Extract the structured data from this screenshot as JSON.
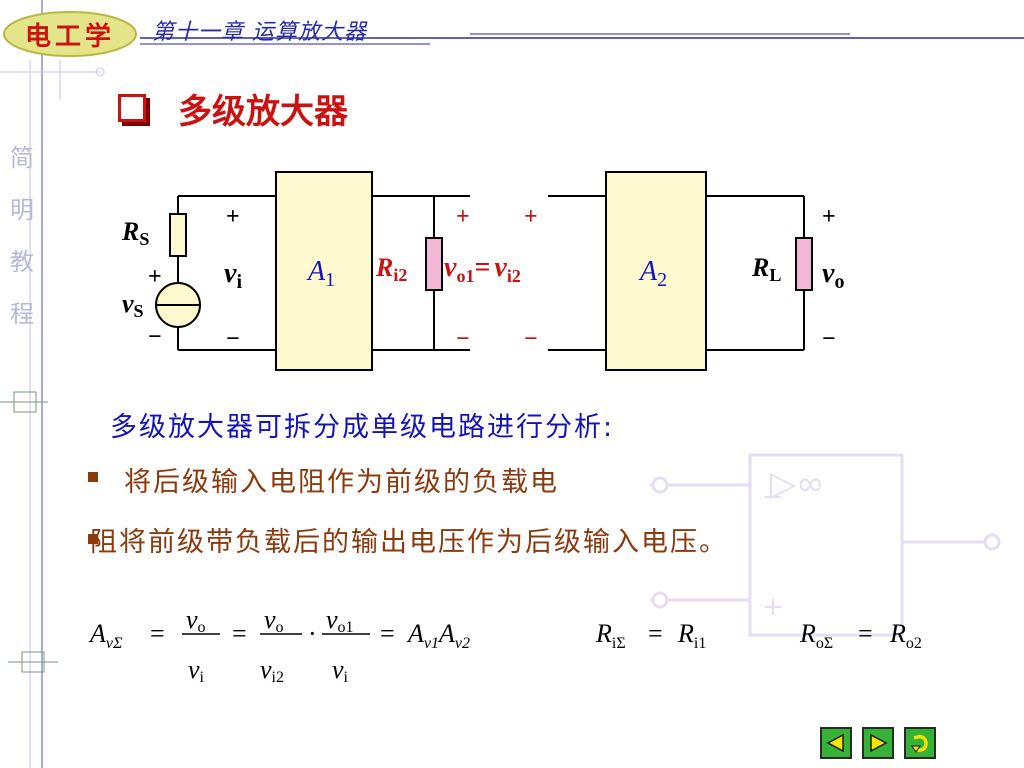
{
  "header": {
    "logo_text": "电工学",
    "chapter_title": "第十一章   运算放大器"
  },
  "side": {
    "label": "简明教程"
  },
  "section": {
    "title": "多级放大器"
  },
  "circuit": {
    "rs": {
      "main": "R",
      "sub": "S"
    },
    "vs": {
      "main": "v",
      "sub": "S"
    },
    "vi": {
      "main": "v",
      "sub": "i"
    },
    "a1": {
      "main": "A",
      "sub": "1"
    },
    "ri2": {
      "main": "R",
      "sub": "i2"
    },
    "vo1_eq_vi2": {
      "a_main": "v",
      "a_sub": "o1",
      "eq": "=",
      "b_main": "v",
      "b_sub": "i2"
    },
    "a2": {
      "main": "A",
      "sub": "2"
    },
    "rl": {
      "main": "R",
      "sub": "L"
    },
    "vo": {
      "main": "v",
      "sub": "o"
    },
    "plus": "+",
    "minus": "−"
  },
  "body": {
    "intro": "多级放大器可拆分成单级电路进行分析:",
    "line1": "将后级输入电阻作为前级的负载电",
    "line2": "阻将前级带负载后的输出电压作为后级输入电压。"
  },
  "formulas": {
    "av_sigma": {
      "main": "A",
      "sub": "vΣ"
    },
    "eq": "=",
    "vo": {
      "main": "v",
      "sub": "o"
    },
    "vi": {
      "main": "v",
      "sub": "i"
    },
    "vi2": {
      "main": "v",
      "sub": "i2"
    },
    "vo1": {
      "main": "v",
      "sub": "o1"
    },
    "dot": "·",
    "av1": {
      "main": "A",
      "sub": "v1"
    },
    "av2": {
      "main": "A",
      "sub": "v2"
    },
    "ri_sigma": {
      "main": "R",
      "sub": "iΣ"
    },
    "ri1": {
      "main": "R",
      "sub": "i1"
    },
    "ro_sigma": {
      "main": "R",
      "sub": "oΣ"
    },
    "ro2": {
      "main": "R",
      "sub": "o2"
    }
  },
  "watermark": {
    "opamp_symbol": "▷∞",
    "minus": "−",
    "plus": "+"
  },
  "nav": {
    "prev_icon": "triangle-left-icon",
    "next_icon": "triangle-right-icon",
    "return_icon": "return-arrow-icon"
  },
  "colors": {
    "accent_red": "#cc1111",
    "text_blue": "#1414b8",
    "text_brown": "#8b3a0e",
    "amp_fill": "#fff9cf",
    "resistor_fill": "#f3b8d6",
    "nav_green": "#36b236"
  }
}
